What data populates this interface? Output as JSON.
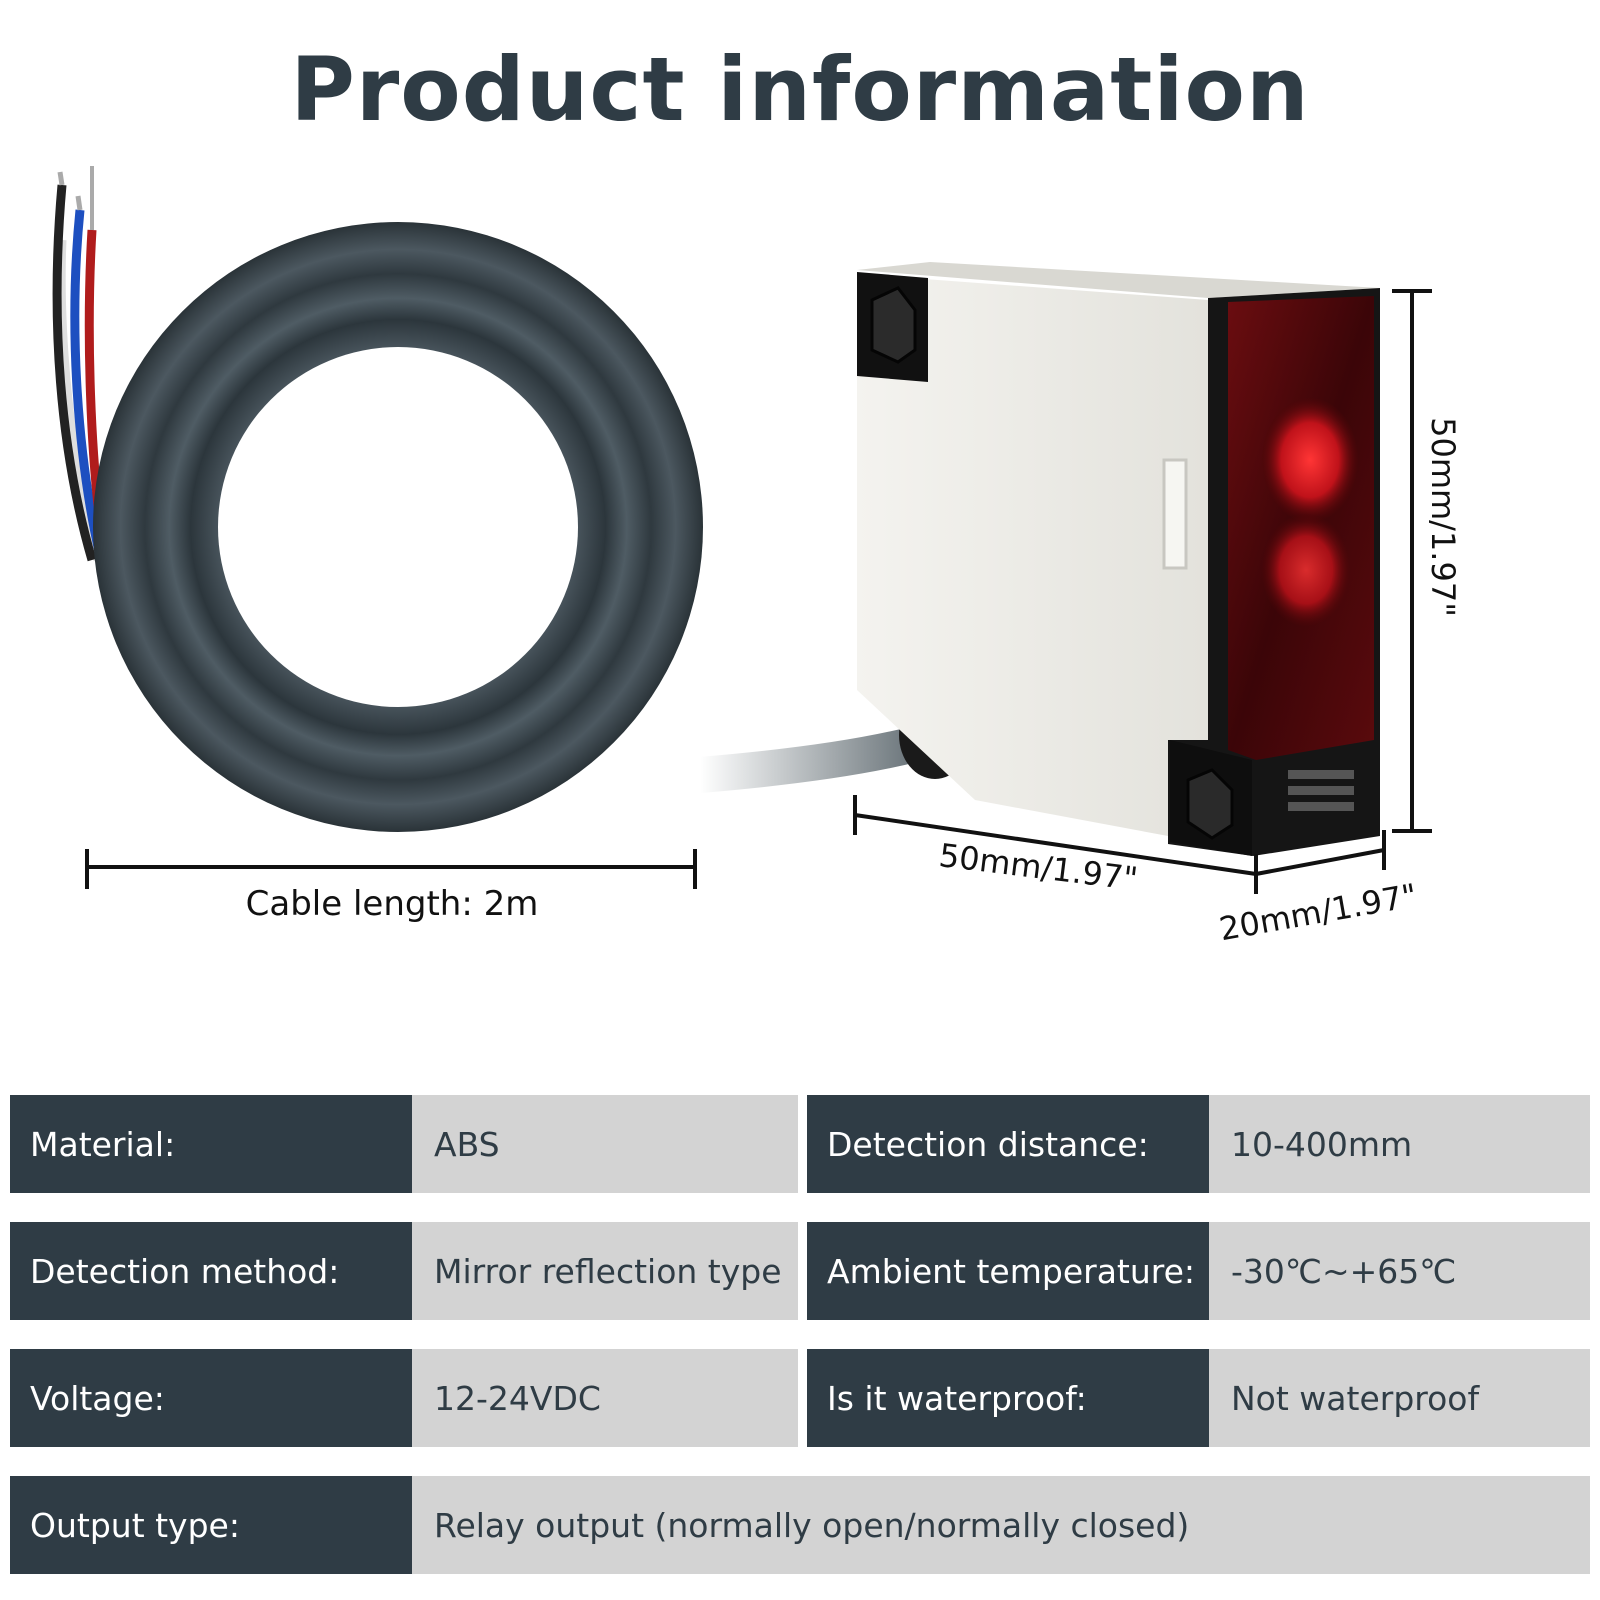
{
  "title": "Product information",
  "dimensions": {
    "cable_length": "Cable length: 2m",
    "width": "50mm/1.97\"",
    "depth": "20mm/1.97\"",
    "height": "50mm/1.97\""
  },
  "specs": [
    {
      "label": "Material:",
      "value": "ABS",
      "label2": "Detection distance:",
      "value2": "10-400mm"
    },
    {
      "label": "Detection method:",
      "value": "Mirror reflection type",
      "label2": "Ambient temperature:",
      "value2": "-30℃~+65℃"
    },
    {
      "label": "Voltage:",
      "value": "12-24VDC",
      "label2": "Is it waterproof:",
      "value2": "Not waterproof"
    },
    {
      "label": "Output type:",
      "value": "Relay output (normally open/normally closed)"
    }
  ],
  "colors": {
    "dark": "#2f3c45",
    "light": "#d3d3d3",
    "cable": "#3d4a52",
    "sensor_body": "#ecebe6",
    "lens_red": "#c0121a"
  }
}
